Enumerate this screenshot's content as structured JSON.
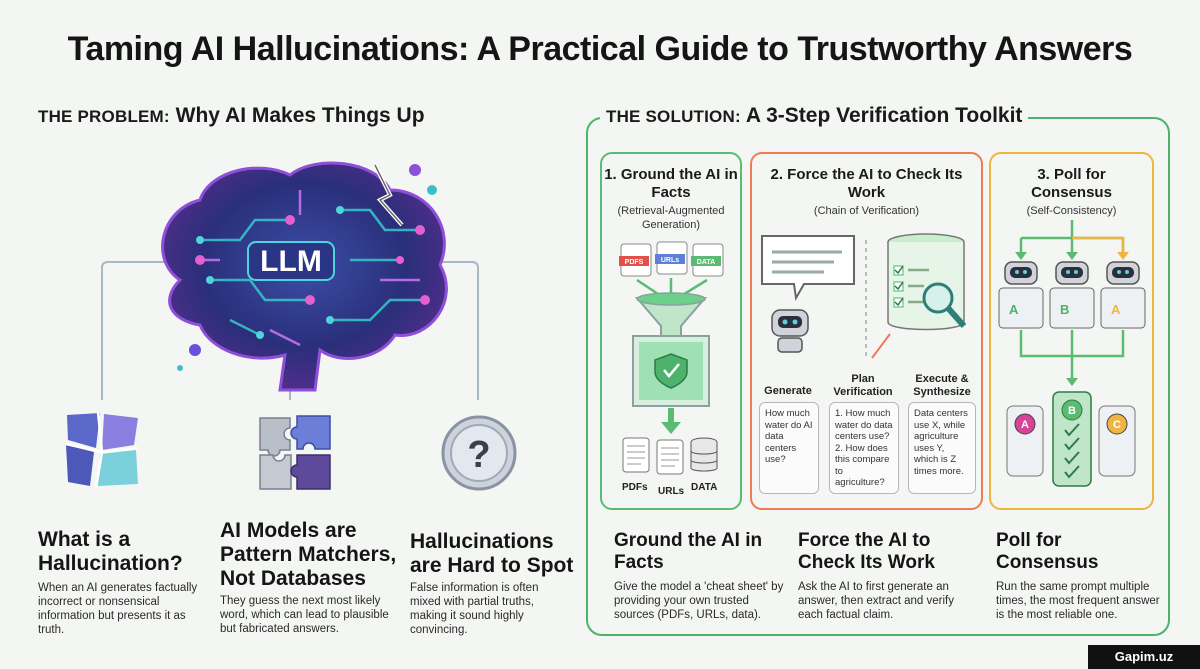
{
  "title": "Taming AI Hallucinations: A Practical Guide to Trustworthy Answers",
  "problem": {
    "head_caps": "THE PROBLEM:",
    "head_rest": "Why AI Makes Things Up",
    "brain_label": "LLM",
    "items": [
      {
        "title": "What is a Hallucination?",
        "body": "When an AI generates factually incorrect or nonsensical information but presents it as truth.",
        "icon": "broken-glass-icon"
      },
      {
        "title": "AI Models are Pattern Matchers, Not Databases",
        "body": "They guess the next most likely word, which can lead to plausible but fabricated answers.",
        "icon": "puzzle-icon"
      },
      {
        "title": "Hallucinations are Hard to Spot",
        "body": "False information is often mixed with partial truths, making it sound highly convincing.",
        "icon": "question-coin-icon"
      }
    ]
  },
  "solution": {
    "head_caps": "THE SOLUTION:",
    "head_rest": "A 3-Step Verification Toolkit",
    "steps": [
      {
        "title": "1. Ground the AI in Facts",
        "subtitle": "(Retrieval-Augmented Generation)",
        "input_tags": [
          "PDFS",
          "URLs",
          "DATA"
        ],
        "output_labels": [
          "PDFs",
          "URLs",
          "DATA"
        ]
      },
      {
        "title": "2. Force the AI to Check Its Work",
        "subtitle": "(Chain of Verification)",
        "stages": [
          {
            "label": "Generate",
            "text": "How much water do AI data centers use?"
          },
          {
            "label": "Plan Verification",
            "text": "1. How much water do data centers use? 2. How does this compare to agriculture?"
          },
          {
            "label": "Execute & Synthesize",
            "text": "Data centers use X, while agriculture uses Y, which is Z times more."
          }
        ]
      },
      {
        "title": "3. Poll for Consensus",
        "subtitle": "(Self-Consistency)",
        "robot_answers": [
          "A",
          "B",
          "A"
        ],
        "result_options": [
          "A",
          "B",
          "C"
        ]
      }
    ],
    "bottom": [
      {
        "title": "Ground the AI in Facts",
        "body": "Give the model a 'cheat sheet' by providing your own trusted sources (PDFs, URLs, data)."
      },
      {
        "title": "Force the AI to Check Its Work",
        "body": "Ask the AI to first generate an answer, then extract and verify each factual claim."
      },
      {
        "title": "Poll for Consensus",
        "body": "Run the same prompt multiple times, the most frequent answer is the most reliable one."
      }
    ]
  },
  "colors": {
    "green": "#4db36c",
    "orange": "#ef7a55",
    "yellow": "#f0b443",
    "purple": "#8e4fd9",
    "teal": "#39c0c8"
  },
  "watermark": "Gapim.uz"
}
